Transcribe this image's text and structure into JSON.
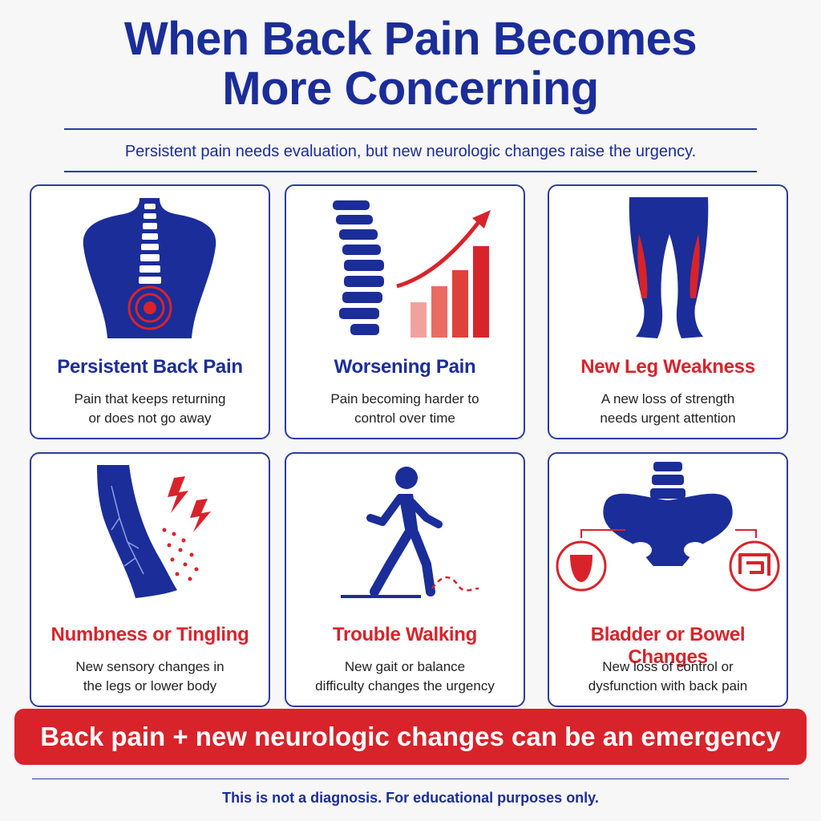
{
  "header": {
    "title_line1": "When Back Pain Becomes",
    "title_line2": "More Concerning",
    "subtitle": "Persistent pain needs evaluation, but new neurologic changes raise the urgency."
  },
  "colors": {
    "primary_blue": "#1b2d99",
    "alert_red": "#d8232a",
    "card_border": "#2a3c9e"
  },
  "cards": [
    {
      "icon": "back-pain-icon",
      "title": "Persistent Back Pain",
      "title_color": "blue",
      "desc_line1": "Pain that keeps returning",
      "desc_line2": "or does not go away"
    },
    {
      "icon": "worsening-pain-icon",
      "title": "Worsening Pain",
      "title_color": "blue",
      "desc_line1": "Pain becoming harder to",
      "desc_line2": "control over time"
    },
    {
      "icon": "leg-weakness-icon",
      "title": "New Leg Weakness",
      "title_color": "red",
      "desc_line1": "A new loss of strength",
      "desc_line2": "needs urgent attention"
    },
    {
      "icon": "numbness-icon",
      "title": "Numbness or Tingling",
      "title_color": "red",
      "desc_line1": "New sensory changes in",
      "desc_line2": "the legs or lower body"
    },
    {
      "icon": "walking-icon",
      "title": "Trouble Walking",
      "title_color": "red",
      "desc_line1": "New gait or balance",
      "desc_line2": "difficulty changes the urgency"
    },
    {
      "icon": "pelvis-organs-icon",
      "title": "Bladder or Bowel Changes",
      "title_color": "red",
      "desc_line1": "New loss of control or",
      "desc_line2": "dysfunction with back pain"
    }
  ],
  "banner": {
    "text": "Back pain + new neurologic changes can be an emergency"
  },
  "footer": {
    "text": "This is not a diagnosis. For educational purposes only."
  }
}
